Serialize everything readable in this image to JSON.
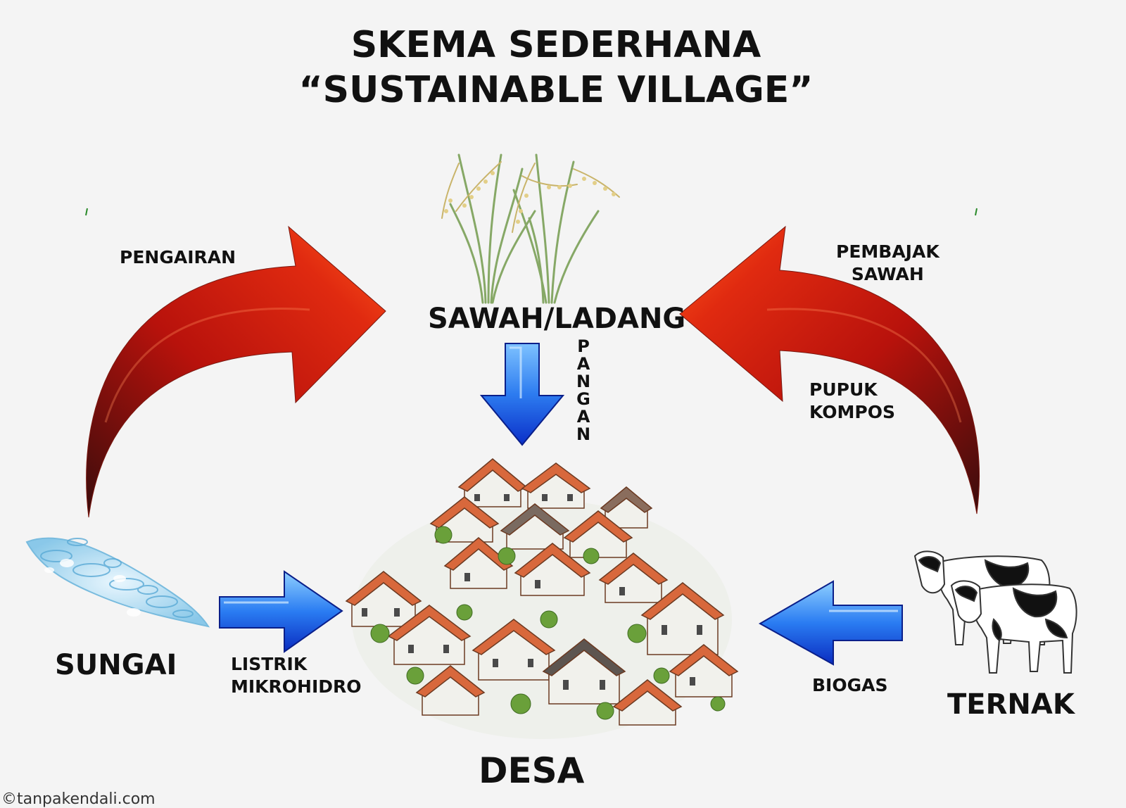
{
  "title": {
    "line1": "SKEMA SEDERHANA",
    "line2": "“SUSTAINABLE VILLAGE”"
  },
  "nodes": {
    "sawah": "SAWAH/LADANG",
    "sungai": "SUNGAI",
    "ternak": "TERNAK",
    "desa": "DESA"
  },
  "flows": {
    "pengairan": "PENGAIRAN",
    "pembajak_sawah": [
      "PEMBAJAK",
      "SAWAH"
    ],
    "pupuk_kompos": [
      "PUPUK",
      "KOMPOS"
    ],
    "pangan": "PANGAN",
    "listrik_mikrohidro": [
      "LISTRIK",
      "MIKROHIDRO"
    ],
    "biogas": "BIOGAS"
  },
  "credit": "©tanpakendali.com",
  "colors": {
    "red_arrow_light": "#ff4a1a",
    "red_arrow_dark": "#5a1010",
    "blue_arrow_light": "#4aa0ff",
    "blue_arrow_dark": "#0a2fc8",
    "roof": "#d8683c",
    "rice": "#8fae6a"
  },
  "icons": {
    "sawah": "rice-plant-icon",
    "sungai": "water-splash-icon",
    "ternak": "cows-icon",
    "desa": "village-houses-icon"
  }
}
